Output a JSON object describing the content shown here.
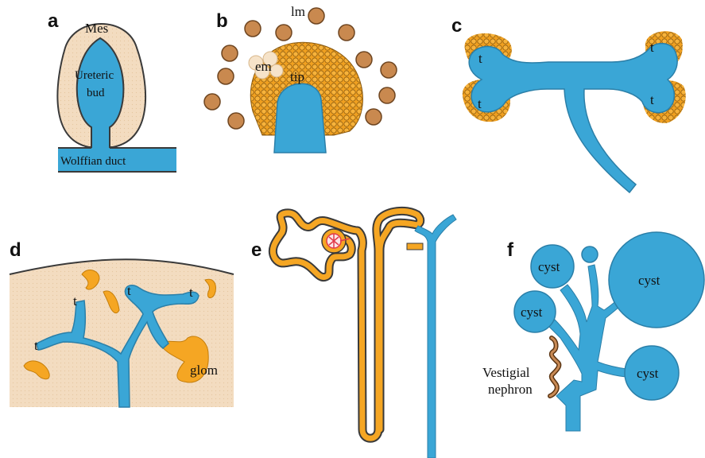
{
  "colors": {
    "blue": "#3aa6d6",
    "orange": "#f5a623",
    "tan": "#f3dcc0",
    "mesenchyme_ball": "#c9894f",
    "outline": "#3a3a3a"
  },
  "panels": {
    "a": {
      "letter": "a",
      "labels": {
        "mes": "Mes",
        "ureteric1": "Ureteric",
        "ureteric2": "bud",
        "wolffian": "Wolffian duct"
      }
    },
    "b": {
      "letter": "b",
      "labels": {
        "lm": "lm",
        "em": "em",
        "tip": "tip"
      }
    },
    "c": {
      "letter": "c",
      "labels": {
        "t": "t"
      }
    },
    "d": {
      "letter": "d",
      "labels": {
        "t": "t",
        "glom": "glom"
      }
    },
    "e": {
      "letter": "e"
    },
    "f": {
      "letter": "f",
      "labels": {
        "cyst": "cyst",
        "vestigial1": "Vestigial",
        "vestigial2": "nephron"
      }
    }
  }
}
